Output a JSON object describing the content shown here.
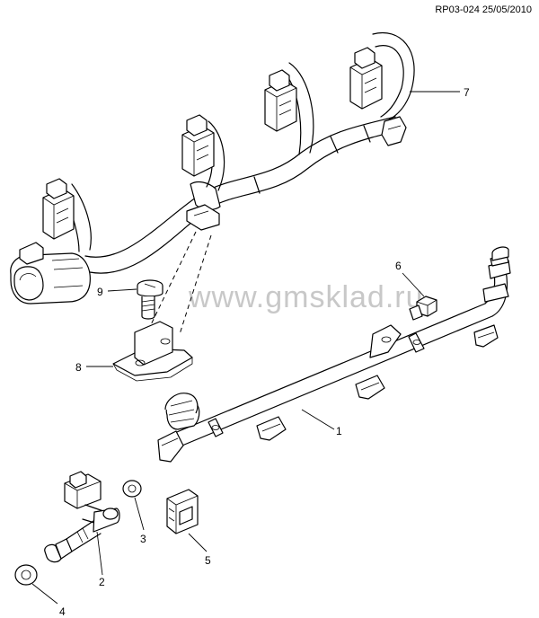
{
  "header": {
    "doc_ref": "RP03-024 25/05/2010"
  },
  "watermark": {
    "text": "www.gmsklad.ru"
  },
  "callouts": [
    {
      "id": "1",
      "label": "1"
    },
    {
      "id": "2",
      "label": "2"
    },
    {
      "id": "3",
      "label": "3"
    },
    {
      "id": "4",
      "label": "4"
    },
    {
      "id": "5",
      "label": "5"
    },
    {
      "id": "6",
      "label": "6"
    },
    {
      "id": "7",
      "label": "7"
    },
    {
      "id": "8",
      "label": "8"
    },
    {
      "id": "9",
      "label": "9"
    }
  ]
}
